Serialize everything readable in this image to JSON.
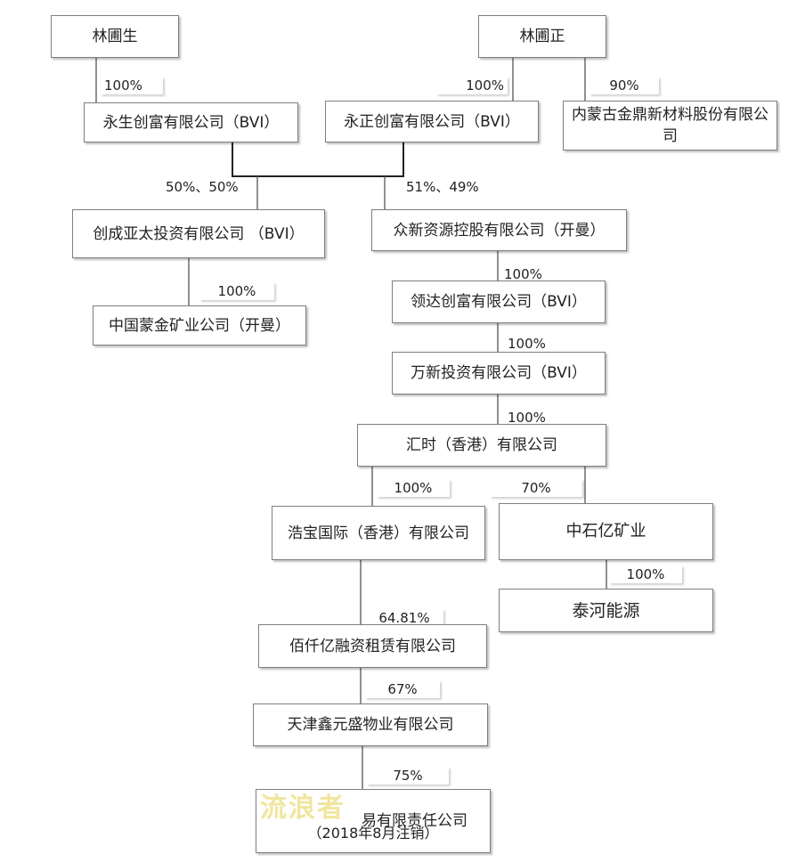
{
  "nodes": {
    "lin_shengsheng": "林圃生",
    "lin_shengzheng": "林圃正",
    "yongsheng": "永生创富有限公司（BVI）",
    "yongzheng": "永正创富有限公司（BVI）",
    "neimenggu": "内蒙古金鼎新材料股份有限公司",
    "chuangcheng": "创成亚太投资有限公司 （BVI）",
    "zhongxin": "众新资源控股有限公司（开曼）",
    "zhongguo_mengjin": "中国蒙金矿业公司（开曼）",
    "lingda": "领达创富有限公司（BVI）",
    "wanxin": "万新投资有限公司（BVI）",
    "huishi": "汇时（香港）有限公司",
    "haobao": "浩宝国际（香港）有限公司",
    "zhongshiyi": "中石亿矿业",
    "taihe": "泰河能源",
    "baiqianyi": "佰仟亿融资租赁有限公司",
    "tianjin": "天津鑫元盛物业有限公司",
    "last_company_line1": "易有限责任公司",
    "last_company_line2": "（2018年8月注销）"
  },
  "percentages": {
    "p_shengsheng_yongsheng": "100%",
    "p_shengzheng_yongzheng": "100%",
    "p_shengzheng_neimenggu": "90%",
    "p_chuangcheng": "50%、50%",
    "p_zhongxin": "51%、49%",
    "p_chuangcheng_zhongguo": "100%",
    "p_zhongxin_lingda": "100%",
    "p_lingda_wanxin": "100%",
    "p_wanxin_huishi": "100%",
    "p_huishi_haobao": "100%",
    "p_huishi_zhongshiyi": "70%",
    "p_zhongshiyi_taihe": "100%",
    "p_haobao_baiqianyi": "64.81%",
    "p_baiqianyi_tianjin": "67%",
    "p_tianjin_last": "75%"
  },
  "watermark": "流浪者"
}
